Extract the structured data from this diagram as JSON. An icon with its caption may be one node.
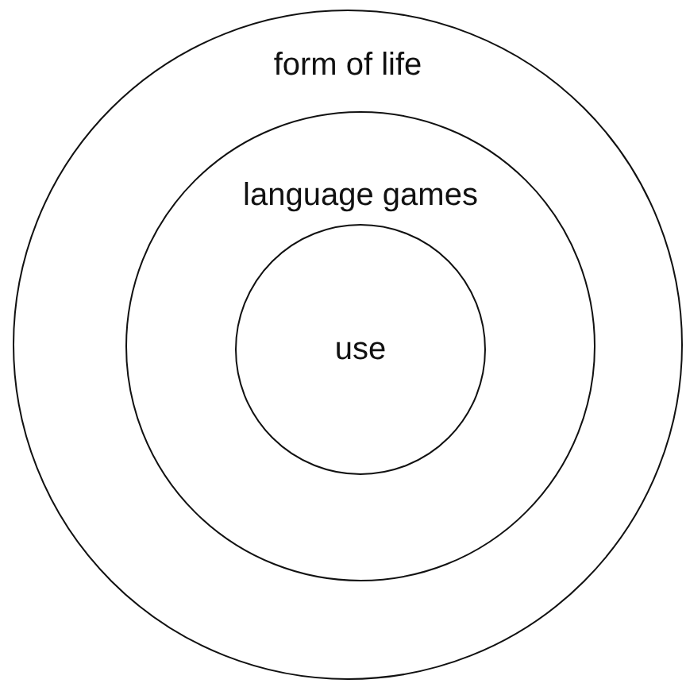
{
  "diagram": {
    "nodes": [
      {
        "text": [
          "form of life"
        ]
      },
      {
        "text": [
          "language games"
        ],
        "in": 0
      },
      {
        "text": [
          "use"
        ],
        "in": 1
      }
    ]
  }
}
